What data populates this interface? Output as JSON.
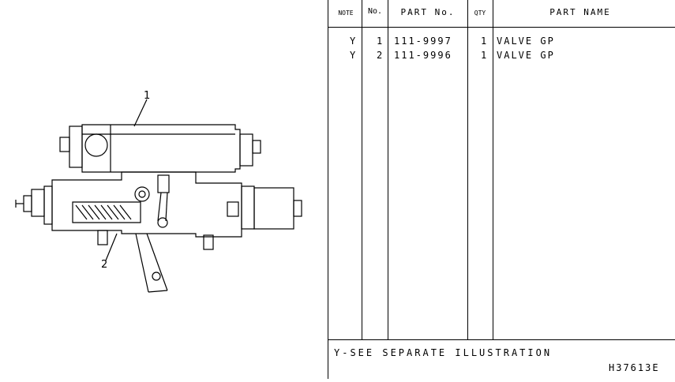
{
  "table": {
    "headers": {
      "note": "NOTE",
      "no": "No.",
      "part_no": "PART No.",
      "qty": "QTY",
      "part_name": "PART NAME"
    },
    "rows": [
      {
        "note": "Y",
        "no": "1",
        "part_no": "111-9997",
        "qty": "1",
        "part_name": "VALVE GP"
      },
      {
        "note": "Y",
        "no": "2",
        "part_no": "111-9996",
        "qty": "1",
        "part_name": "VALVE GP"
      }
    ]
  },
  "footer": {
    "note": "Y-SEE SEPARATE ILLUSTRATION",
    "code": "H37613E"
  },
  "illustration": {
    "callouts": [
      "1",
      "2"
    ]
  }
}
